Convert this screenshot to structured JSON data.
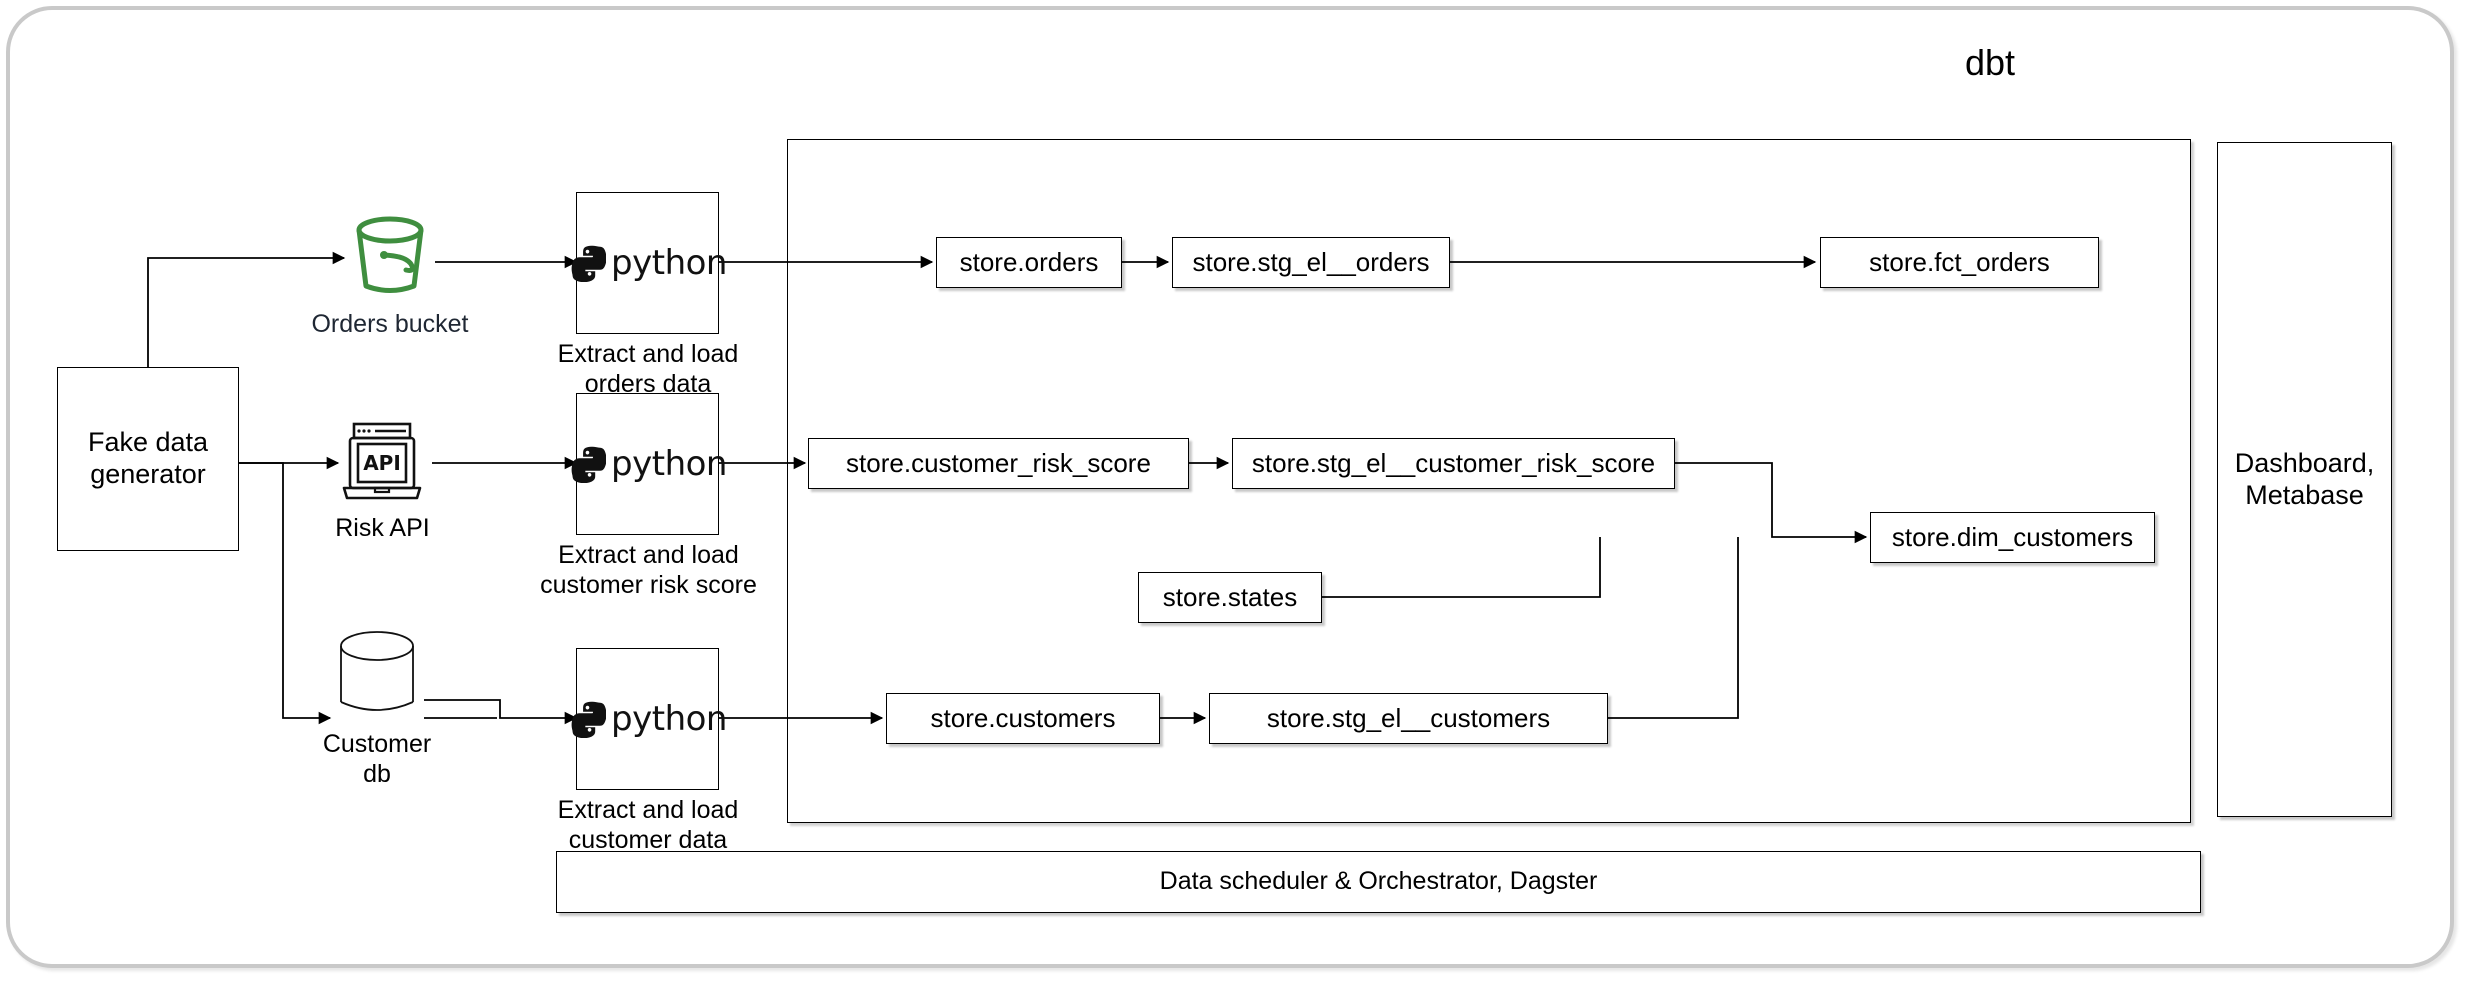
{
  "diagram": {
    "title": "dbt",
    "dbt_label": "dbt"
  },
  "sources": {
    "generator": {
      "label": "Fake data generator",
      "line1": "Fake data",
      "line2": "generator"
    },
    "items": [
      {
        "id": "orders-bucket",
        "icon": "bucket-icon",
        "icon_color": "#3f8e3f",
        "caption": "Orders bucket"
      },
      {
        "id": "risk-api",
        "icon": "api-laptop-icon",
        "icon_color": "#111111",
        "caption": "Risk API"
      },
      {
        "id": "customer-db",
        "icon": "database-cylinder-icon",
        "icon_color": "#111111",
        "caption_line1": "Customer",
        "caption_line2": "db"
      }
    ]
  },
  "extract_load": [
    {
      "id": "el-orders",
      "logo": "python-logo",
      "logo_word": "python",
      "caption_line1": "Extract and load",
      "caption_line2": "orders data"
    },
    {
      "id": "el-risk",
      "logo": "python-logo",
      "logo_word": "python",
      "caption_line1": "Extract and load",
      "caption_line2": "customer risk score"
    },
    {
      "id": "el-customers",
      "logo": "python-logo",
      "logo_word": "python",
      "caption_line1": "Extract and load",
      "caption_line2": "customer data"
    }
  ],
  "models": {
    "orders_raw": "store.orders",
    "orders_stg": "store.stg_el__orders",
    "orders_fct": "store.fct_orders",
    "risk_raw": "store.customer_risk_score",
    "risk_stg": "store.stg_el__customer_risk_score",
    "states": "store.states",
    "customers_raw": "store.customers",
    "customers_stg": "store.stg_el__customers",
    "dim_customers": "store.dim_customers"
  },
  "dashboard": {
    "line1": "Dashboard,",
    "line2": "Metabase"
  },
  "orchestrator": {
    "label": "Data scheduler & Orchestrator, Dagster"
  },
  "colors": {
    "frame_border": "#c9c9c9",
    "node_border": "#000000",
    "bucket_green": "#3f8e3f",
    "caption_text": "#1f2733",
    "wire": "#000000"
  }
}
